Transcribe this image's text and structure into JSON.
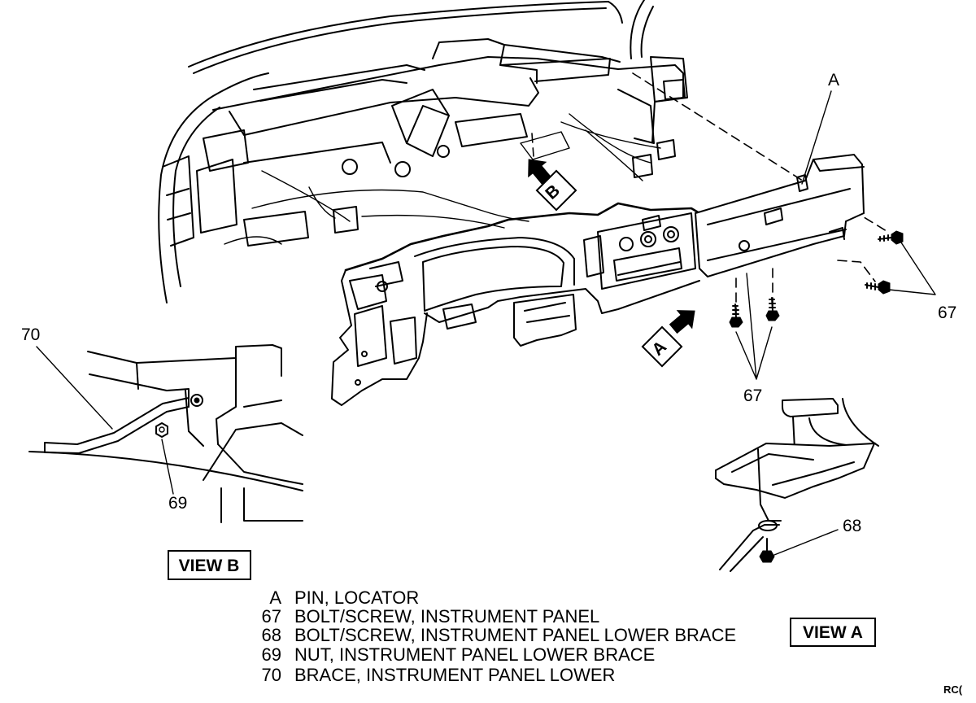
{
  "figure": {
    "callout_pin": "A",
    "callout_67_right": "67",
    "callout_67_lower": "67",
    "callout_70": "70",
    "callout_69": "69",
    "callout_68": "68",
    "arrow_b": "B",
    "arrow_a": "A",
    "view_b_label": "VIEW B",
    "view_a_label": "VIEW A",
    "code": "RC("
  },
  "legend": [
    {
      "key": "A",
      "text": "PIN, LOCATOR"
    },
    {
      "key": "67",
      "text": "BOLT/SCREW, INSTRUMENT PANEL"
    },
    {
      "key": "68",
      "text": "BOLT/SCREW, INSTRUMENT PANEL LOWER BRACE"
    },
    {
      "key": "69",
      "text": "NUT, INSTRUMENT PANEL LOWER BRACE"
    },
    {
      "key": "70",
      "text": "BRACE, INSTRUMENT PANEL LOWER"
    }
  ]
}
